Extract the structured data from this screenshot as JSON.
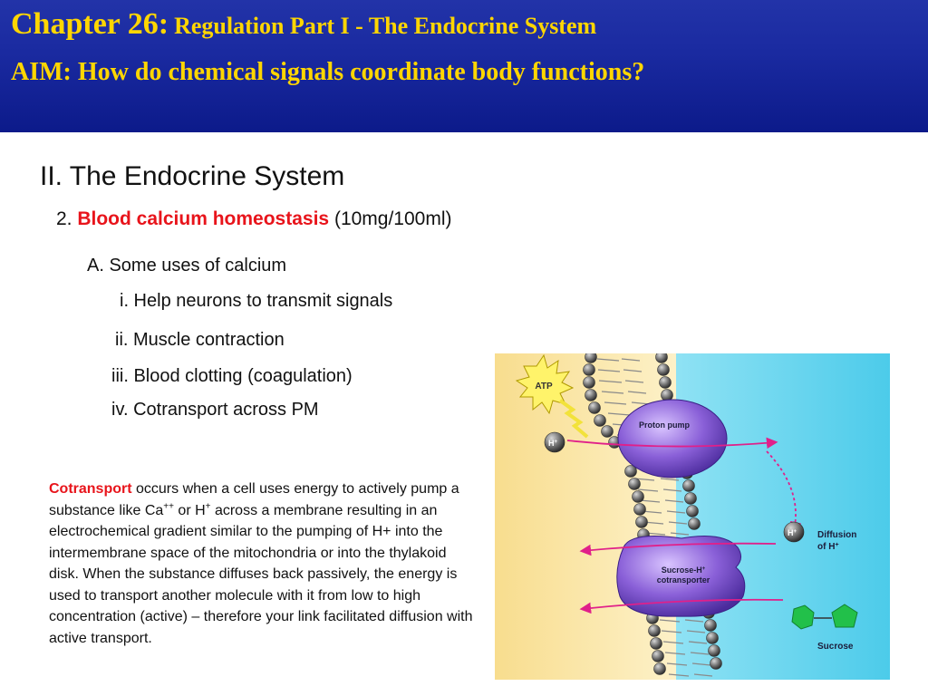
{
  "header": {
    "chapter": "Chapter 26:",
    "chapter_subtitle": "Regulation Part I - The Endocrine System",
    "aim": "AIM: How do chemical signals coordinate body functions?"
  },
  "content": {
    "section_title": "II. The Endocrine System",
    "item_number": "2.",
    "item_title": "Blood calcium homeostasis",
    "item_value": "(10mg/100ml)",
    "subheading": "A. Some uses of calcium",
    "uses": [
      "i. Help neurons to transmit signals",
      "ii. Muscle contraction",
      "iii. Blood clotting (coagulation)",
      "iv. Cotransport across PM"
    ]
  },
  "paragraph": {
    "term": "Cotransport",
    "part1": " occurs when a cell uses energy to actively pump a substance like Ca",
    "ca_charge": "++",
    "part2": " or H",
    "h_charge": "+",
    "part3": " across a membrane resulting in an electrochemical gradient similar to the pumping of H+ into the intermembrane space of the mitochondria or into the thylakoid disk. When the substance diffuses back passively, the energy is used to transport another molecule with it from low to high concentration (active) – therefore your link facilitated diffusion with active transport."
  },
  "figure": {
    "atp": "ATP",
    "h_ion": "H",
    "h_charge": "+",
    "proton_pump": "Proton pump",
    "cotransporter_line1": "Sucrose-H",
    "cotransporter_charge": "+",
    "cotransporter_line2": "cotransporter",
    "diffusion_line1": "Diffusion",
    "diffusion_line2": "of H",
    "sucrose": "Sucrose"
  },
  "colors": {
    "header_bg": "#1a2aa0",
    "header_text": "#ffd600",
    "accent_red": "#e8141b",
    "figure_left_bg": "#fce7a8",
    "figure_right_bg": "#5fd2ee",
    "protein": "#8a60d8",
    "sucrose": "#22c04a",
    "arrow": "#e0208a"
  }
}
